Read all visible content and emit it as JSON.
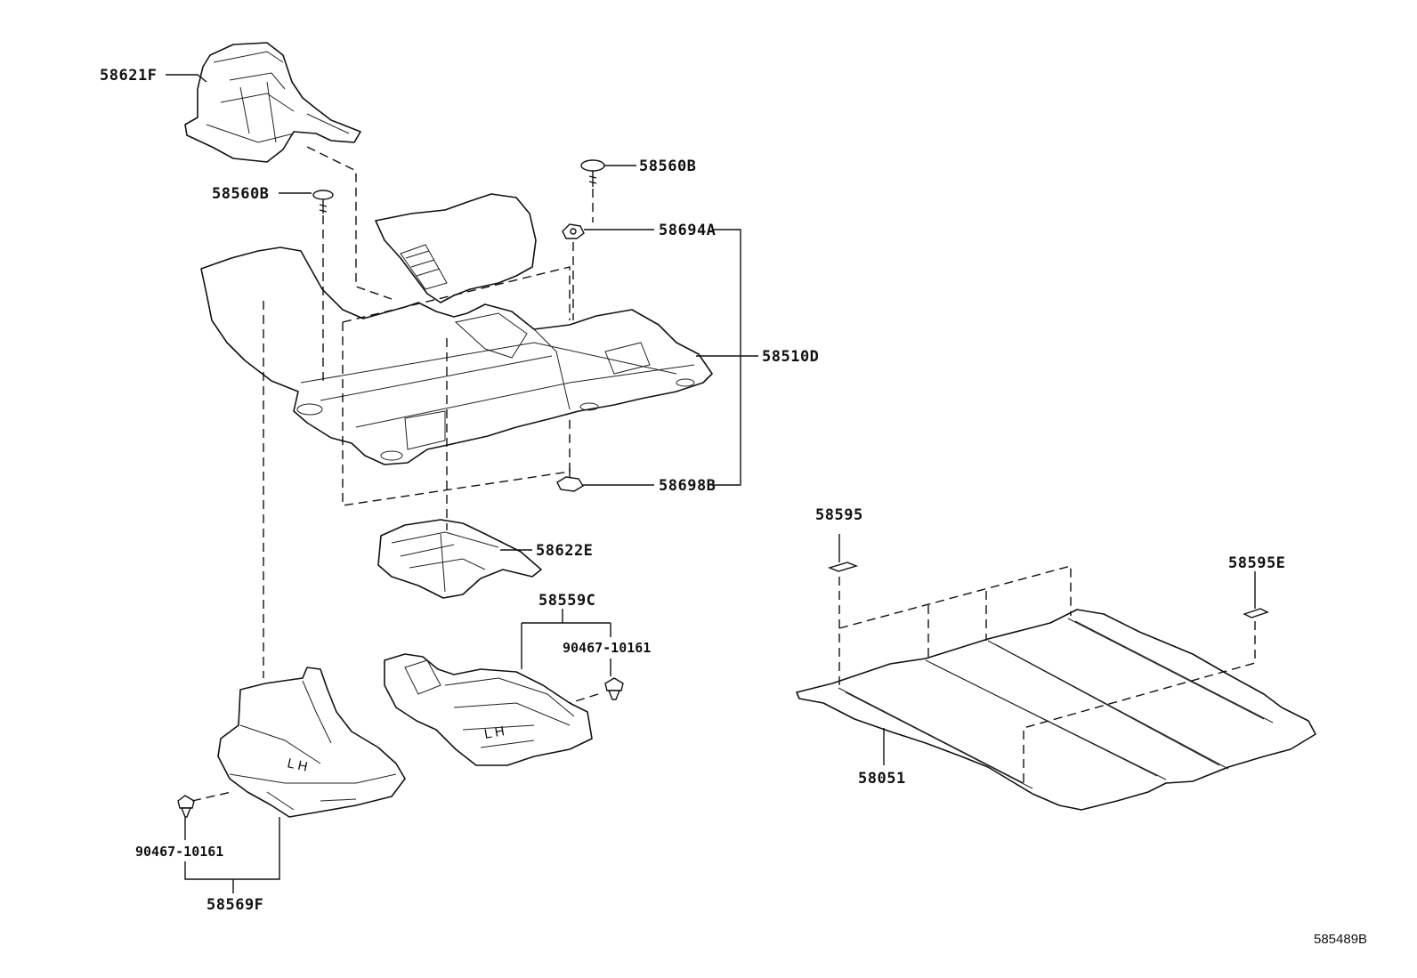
{
  "labels": {
    "p58621F": "58621F",
    "p58560B_left": "58560B",
    "p58560B_right": "58560B",
    "p58694A": "58694A",
    "p58510D": "58510D",
    "p58698B": "58698B",
    "p58622E": "58622E",
    "p58559C": "58559C",
    "p90467_center": "90467-10161",
    "p90467_left": "90467-10161",
    "p58569F": "58569F",
    "p58595": "58595",
    "p58595E": "58595E",
    "p58051": "58051"
  },
  "diagram_ref": "585489B"
}
